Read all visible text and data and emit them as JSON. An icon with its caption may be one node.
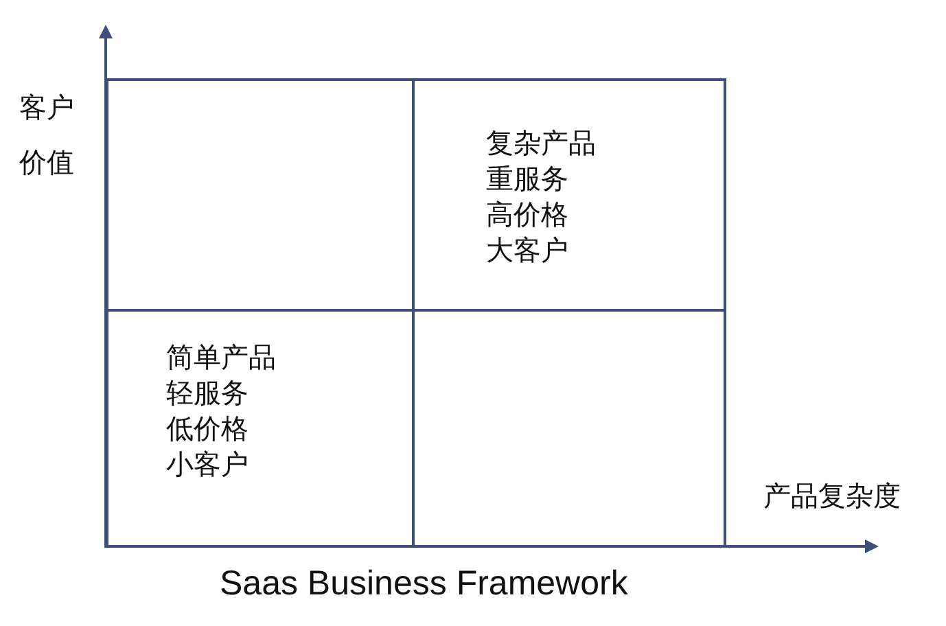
{
  "diagram": {
    "title": "Saas Business Framework",
    "nodes": [
      {
        "text": [],
        "shape": "box"
      },
      {
        "text": [
          "复杂产品",
          "重服务",
          "高价格",
          "大客户"
        ]
      },
      {
        "text": [
          "简单产品",
          "轻服务",
          "低价格",
          "小客户"
        ]
      },
      {
        "text": [],
        "shape": "box"
      }
    ],
    "labels": [
      "客户价值",
      "产品复杂度"
    ]
  }
}
